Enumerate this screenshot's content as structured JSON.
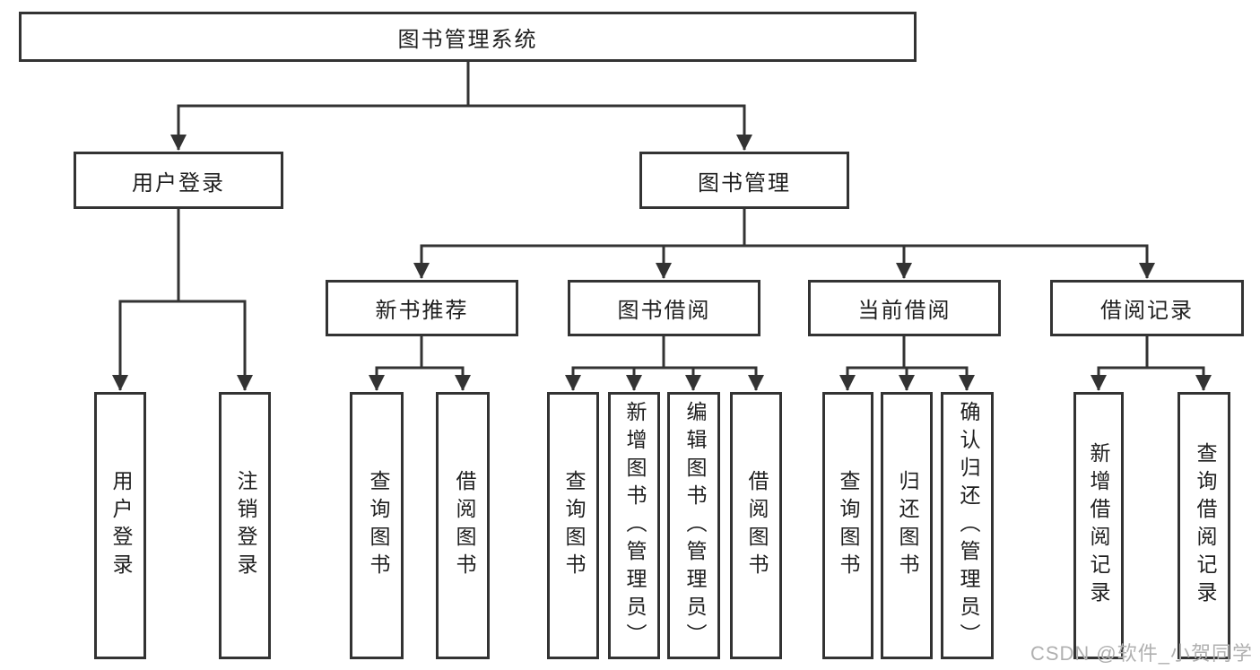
{
  "colors": {
    "line": "#333333",
    "box_border": "#333333",
    "text": "#1f1f1f",
    "watermark": "#b0b0b0",
    "background": "#ffffff"
  },
  "diagram": {
    "root": "图书管理系统",
    "level2": {
      "user_login": "用户登录",
      "book_mgmt": "图书管理"
    },
    "level3": {
      "new_books": "新书推荐",
      "book_borrow": "图书借阅",
      "current_borrow": "当前借阅",
      "borrow_records": "借阅记录"
    },
    "leaves": {
      "user_login": "用户登录",
      "logout": "注销登录",
      "nb_query_books": "查询图书",
      "nb_borrow_books": "借阅图书",
      "bb_query_books": "查询图书",
      "bb_add_books": "新增图书（管理员）",
      "bb_edit_books": "编辑图书（管理员）",
      "bb_borrow_books": "借阅图书",
      "cb_query_books": "查询图书",
      "cb_return_books": "归还图书",
      "cb_confirm_return": "确认归还（管理员）",
      "br_add_record": "新增借阅记录",
      "br_query_record": "查询借阅记录"
    },
    "watermark": "CSDN @软件_小贺同学"
  }
}
